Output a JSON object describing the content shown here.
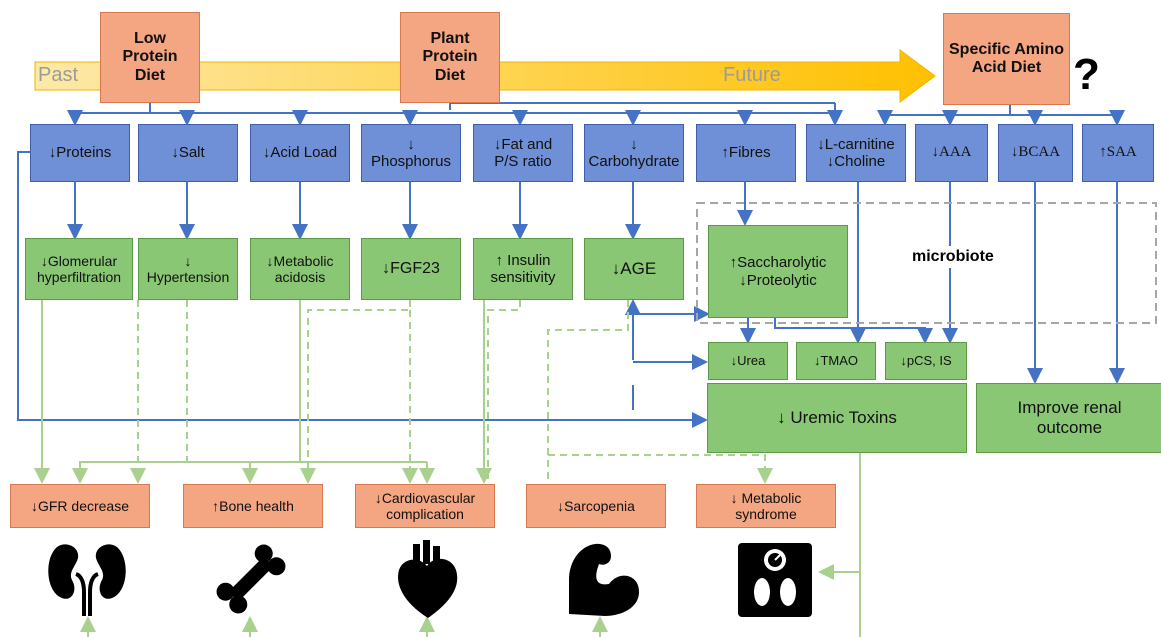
{
  "timeline": {
    "past": "Past",
    "future": "Future",
    "question_mark": "?"
  },
  "diets": {
    "low_protein": "Low\nProtein\nDiet",
    "plant_protein": "Plant\nProtein\nDiet",
    "specific_amino_acid": "Specific Amino\nAcid Diet"
  },
  "nutrients": {
    "proteins": "↓Proteins",
    "salt": "↓Salt",
    "acid_load": "↓Acid Load",
    "phosphorus": "↓\nPhosphorus",
    "fat": "↓Fat and\nP/S ratio",
    "carbohydrate": "↓\nCarbohydrate",
    "fibres": "↑Fibres",
    "lcarnitine": "↓L-carnitine\n↓Choline",
    "aaa": "↓AAA",
    "bcaa": "↓BCAA",
    "saa": "↑SAA"
  },
  "mechanisms": {
    "glomerular": "↓Glomerular\nhyperfiltration",
    "hypertension": "↓\nHypertension",
    "metabolic_acidosis": "↓Metabolic\nacidosis",
    "fgf23": "↓FGF23",
    "insulin": "↑ Insulin\nsensitivity",
    "age": "↓AGE",
    "saccharolytic": "↑Saccharolytic\n↓Proteolytic",
    "microbiote": "microbiote"
  },
  "toxins": {
    "urea": "↓Urea",
    "tmao": "↓TMAO",
    "pcs": "↓pCS, IS",
    "uremic": "↓ Uremic Toxins",
    "renal": "Improve renal\noutcome"
  },
  "outcomes": {
    "gfr": "↓GFR decrease",
    "bone": "↑Bone health",
    "cardio": "↓Cardiovascular\ncomplication",
    "sarcopenia": "↓Sarcopenia",
    "metabolic": "↓ Metabolic\nsyndrome"
  },
  "icons": [
    "kidney-icon",
    "bone-icon",
    "heart-icon",
    "muscle-icon",
    "scale-icon"
  ],
  "colors": {
    "diet": "#f4a582",
    "nutrient": "#6f8fd6",
    "mechanism": "#8ac775",
    "arrow_blue": "#4472c4",
    "arrow_green": "#a9d18e",
    "timeline": "#ffc000"
  }
}
